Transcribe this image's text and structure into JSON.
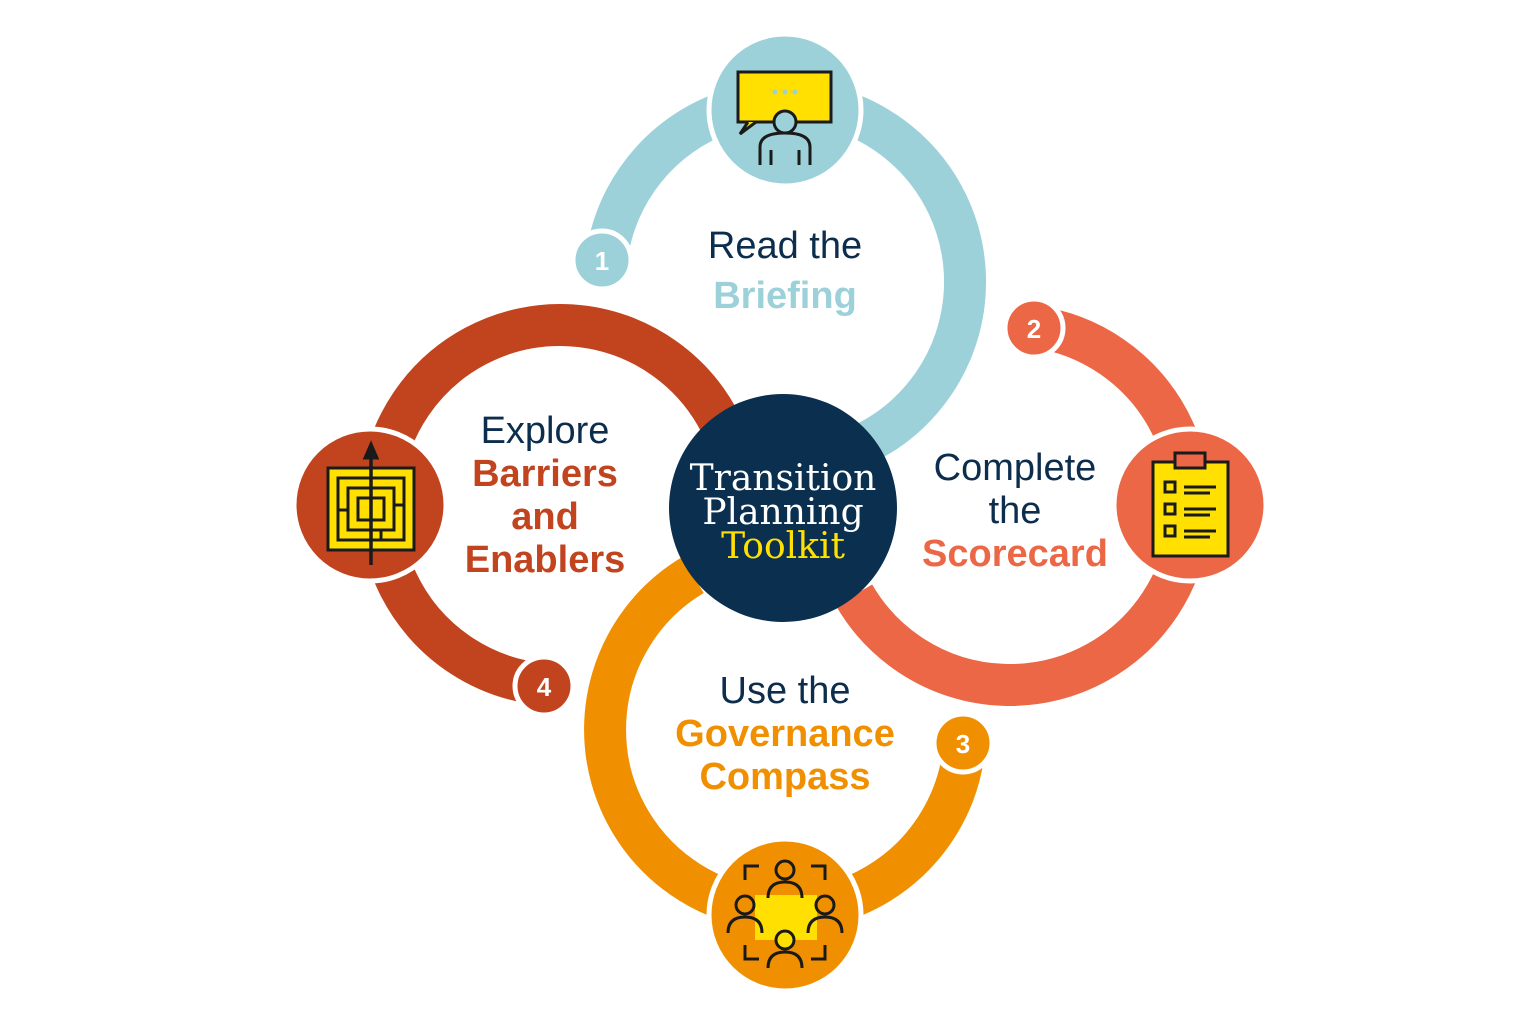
{
  "center": {
    "line1": "Transition",
    "line2": "Planning",
    "line3": "Toolkit"
  },
  "steps": [
    {
      "number": "1",
      "prefix": "Read the",
      "highlight": "Briefing",
      "icon": "presenter-speech-bubble-icon",
      "color": "#9dd1da"
    },
    {
      "number": "2",
      "prefix1": "Complete",
      "prefix2": "the",
      "highlight": "Scorecard",
      "icon": "clipboard-checklist-icon",
      "color": "#eb6746"
    },
    {
      "number": "3",
      "prefix": "Use the",
      "highlight1": "Governance",
      "highlight2": "Compass",
      "icon": "team-group-icon",
      "color": "#f09000"
    },
    {
      "number": "4",
      "prefix": "Explore",
      "highlight1": "Barriers",
      "highlight2": "and",
      "highlight3": "Enablers",
      "icon": "maze-icon",
      "color": "#c1441e"
    }
  ],
  "colors": {
    "navy": "#0a2f4f",
    "yellow": "#ffe000"
  }
}
